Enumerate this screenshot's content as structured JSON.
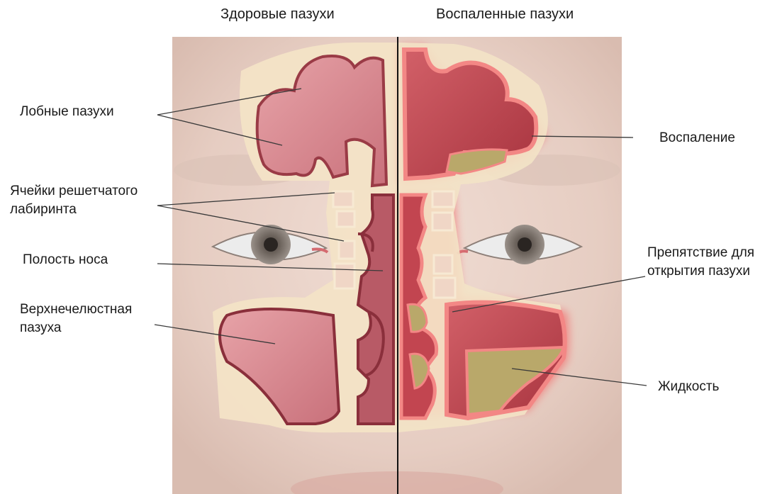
{
  "headers": {
    "healthy": "Здоровые пазухи",
    "inflamed": "Воспаленные пазухи"
  },
  "labels": {
    "frontal": "Лобные пазухи",
    "ethmoid_line1": "Ячейки решетчатого",
    "ethmoid_line2": "лабиринта",
    "nasal_cavity": "Полость носа",
    "maxillary_line1": "Верхнечелюстная",
    "maxillary_line2": "пазуха",
    "inflammation": "Воспаление",
    "obstruction_line1": "Препятствие для",
    "obstruction_line2": "открытия пазухи",
    "fluid": "Жидкость"
  },
  "colors": {
    "skin": "#e9d3c9",
    "bone": "#f3e3c6",
    "mucosa_healthy": "#d98790",
    "mucosa_inflamed": "#c8505a",
    "inflamed_glow": "#f07a78",
    "fluid": "#b9a86a",
    "divider": "#111111"
  }
}
